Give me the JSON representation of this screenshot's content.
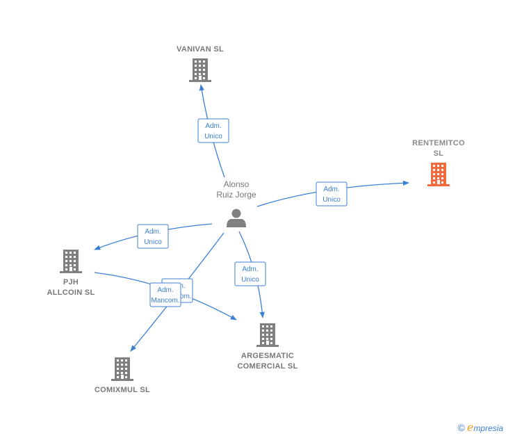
{
  "nodes": [
    {
      "id": "vanivan",
      "type": "company",
      "lines": [
        "VANIVAN  SL"
      ],
      "highlight": false
    },
    {
      "id": "rentemitco",
      "type": "company",
      "lines": [
        "RENTEMITCO",
        "SL"
      ],
      "highlight": true
    },
    {
      "id": "person",
      "type": "person",
      "lines": [
        "Alonso",
        "Ruiz Jorge"
      ],
      "highlight": false
    },
    {
      "id": "pjh",
      "type": "company",
      "lines": [
        "PJH",
        "ALLCOIN  SL"
      ],
      "highlight": false
    },
    {
      "id": "argesmatic",
      "type": "company",
      "lines": [
        "ARGESMATIC",
        "COMERCIAL SL"
      ],
      "highlight": false
    },
    {
      "id": "comixmul",
      "type": "company",
      "lines": [
        "COMIXMUL  SL"
      ],
      "highlight": false
    }
  ],
  "edges": [
    {
      "from": "person",
      "to": "vanivan",
      "label": [
        "Adm.",
        "Unico"
      ]
    },
    {
      "from": "person",
      "to": "rentemitco",
      "label": [
        "Adm.",
        "Unico"
      ]
    },
    {
      "from": "person",
      "to": "pjh",
      "label": [
        "Adm.",
        "Unico"
      ]
    },
    {
      "from": "person",
      "to": "argesmatic",
      "label": [
        "Adm.",
        "Unico"
      ]
    },
    {
      "from": "person",
      "to": "comixmul",
      "label": [
        "Adm.",
        "Mancom."
      ]
    },
    {
      "from": "pjh",
      "to": "argesmatic",
      "label": [
        "Adm.",
        "Mancom."
      ]
    }
  ],
  "colors": {
    "edge": "#3b7fd4",
    "building": "#808080",
    "highlight_building": "#f26a3d",
    "person": "#808080"
  },
  "credit": {
    "copyright": "©",
    "brand_initial": "e",
    "brand_rest": "mpresia"
  }
}
